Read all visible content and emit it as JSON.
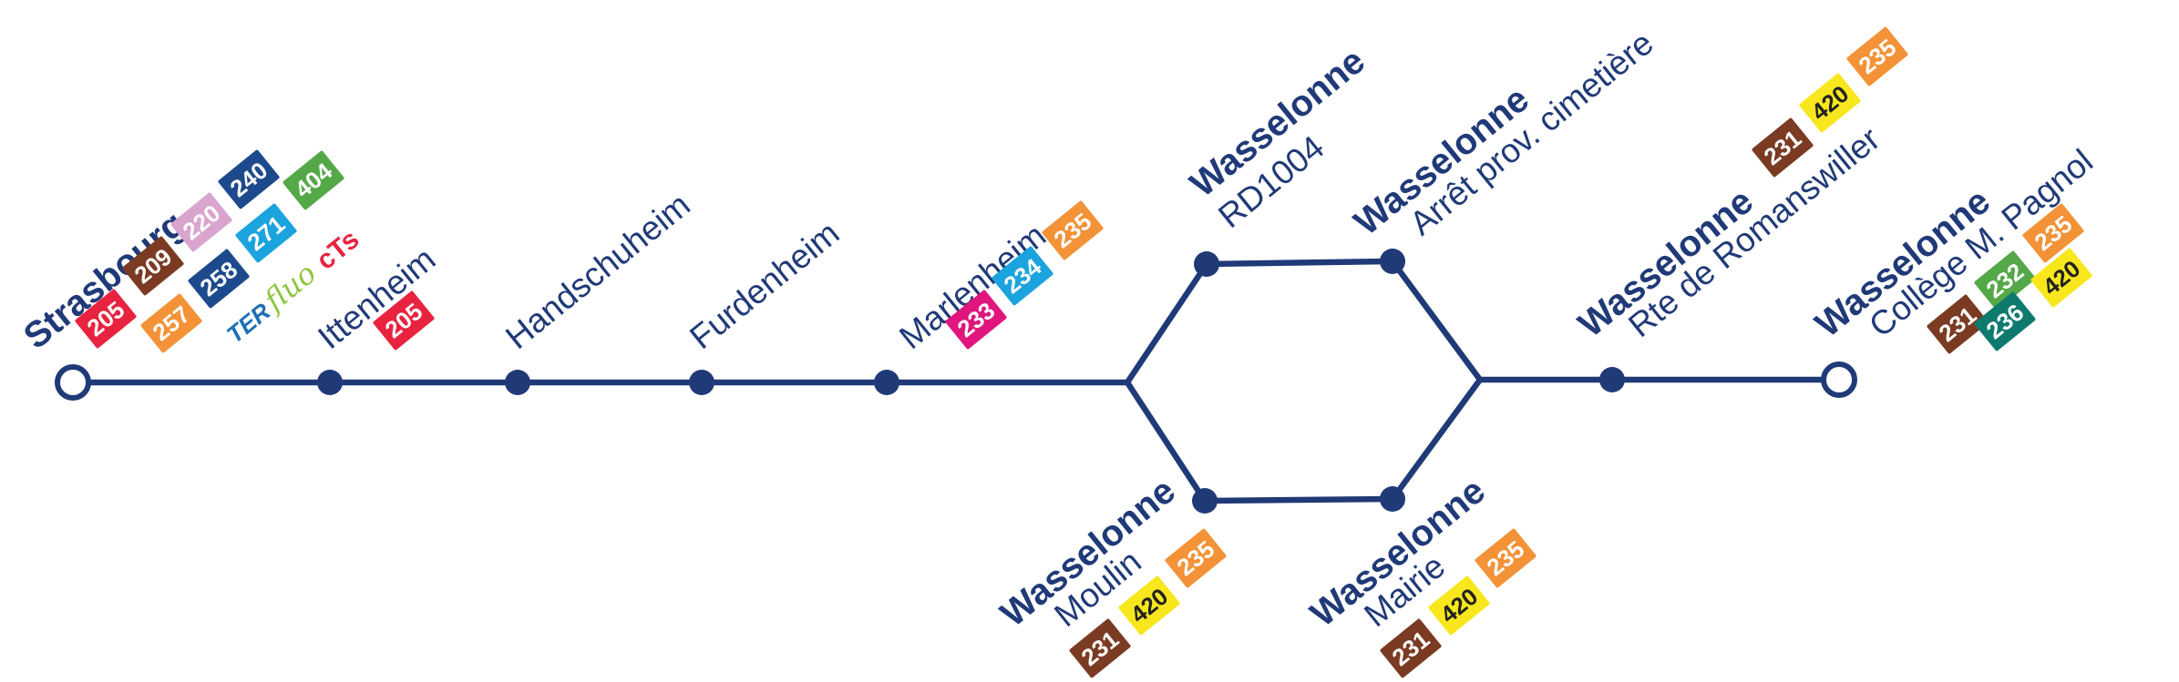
{
  "colors": {
    "line": "#203a78",
    "text": "#203a78",
    "badges": {
      "205": {
        "bg": "#e8233f",
        "fg": "#ffffff"
      },
      "209": {
        "bg": "#7a3b22",
        "fg": "#ffffff"
      },
      "220": {
        "bg": "#d9a5cf",
        "fg": "#ffffff"
      },
      "240": {
        "bg": "#1d4a8c",
        "fg": "#ffffff"
      },
      "404": {
        "bg": "#55a848",
        "fg": "#ffffff"
      },
      "257": {
        "bg": "#f39237",
        "fg": "#ffffff"
      },
      "258": {
        "bg": "#1d4a8c",
        "fg": "#ffffff"
      },
      "271": {
        "bg": "#1ba3de",
        "fg": "#ffffff"
      },
      "233": {
        "bg": "#e0157d",
        "fg": "#ffffff"
      },
      "234": {
        "bg": "#1ba3de",
        "fg": "#ffffff"
      },
      "235": {
        "bg": "#f39237",
        "fg": "#ffffff"
      },
      "231": {
        "bg": "#7a3b22",
        "fg": "#ffffff"
      },
      "420": {
        "bg": "#f8e71c",
        "fg": "#222222"
      },
      "232": {
        "bg": "#55a848",
        "fg": "#ffffff"
      },
      "236": {
        "bg": "#0e7a6e",
        "fg": "#ffffff"
      }
    },
    "logos": {
      "ter": "#1d6fb5",
      "fluo": "#8cc63f",
      "cts": "#e8233f"
    }
  },
  "stops": [
    {
      "id": "strasbourg",
      "city": "Strasbourg",
      "place": "",
      "terminus": true
    },
    {
      "id": "ittenheim",
      "city": "",
      "place": "Ittenheim"
    },
    {
      "id": "handschuheim",
      "city": "",
      "place": "Handschuheim"
    },
    {
      "id": "furdenheim",
      "city": "",
      "place": "Furdenheim"
    },
    {
      "id": "marlenheim",
      "city": "",
      "place": "Marlenheim"
    },
    {
      "id": "rd1004",
      "city": "Wasselonne",
      "place": "RD1004"
    },
    {
      "id": "cimetiere",
      "city": "Wasselonne",
      "place": "Arrêt prov. cimetière"
    },
    {
      "id": "moulin",
      "city": "Wasselonne",
      "place": "Moulin"
    },
    {
      "id": "mairie",
      "city": "Wasselonne",
      "place": "Mairie"
    },
    {
      "id": "romanswiller",
      "city": "Wasselonne",
      "place": "Rte de Romanswiller"
    },
    {
      "id": "college",
      "city": "Wasselonne",
      "place": "Collège M. Pagnol",
      "terminus": true
    }
  ],
  "connections": {
    "strasbourg": [
      "205",
      "209",
      "220",
      "240",
      "404",
      "257",
      "258",
      "271"
    ],
    "ittenheim": [
      "205"
    ],
    "marlenheim": [
      "233",
      "234",
      "235"
    ],
    "moulin": [
      "231",
      "420",
      "235"
    ],
    "mairie": [
      "231",
      "420",
      "235"
    ],
    "romanswiller": [
      "231",
      "420",
      "235"
    ],
    "college": [
      "231",
      "232",
      "235",
      "236",
      "420"
    ]
  },
  "logos": {
    "ter": "TER",
    "fluo": "fluo",
    "cts": "cTs"
  }
}
